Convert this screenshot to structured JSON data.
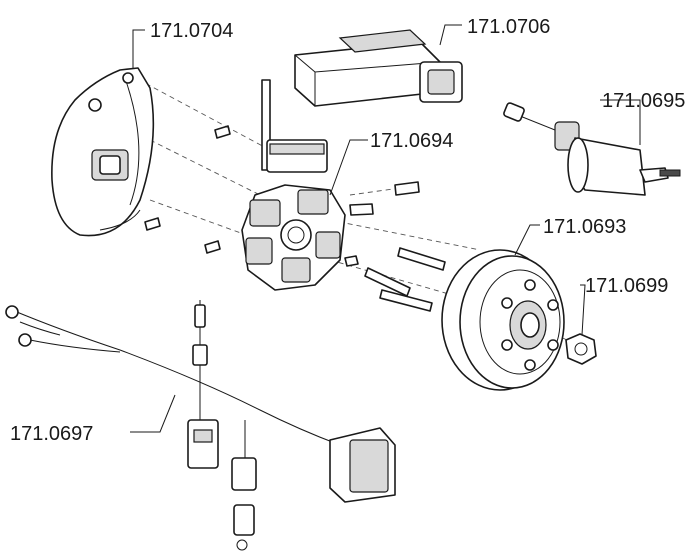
{
  "parts": {
    "stator_plate": "171.0704",
    "cdi_unit": "171.0706",
    "ignition_coil": "171.0695",
    "stator_coil": "171.0694",
    "rotor": "171.0693",
    "nut": "171.0699",
    "wiring_harness": "171.0697"
  },
  "colors": {
    "line": "#1a1a1a",
    "background": "#ffffff"
  }
}
